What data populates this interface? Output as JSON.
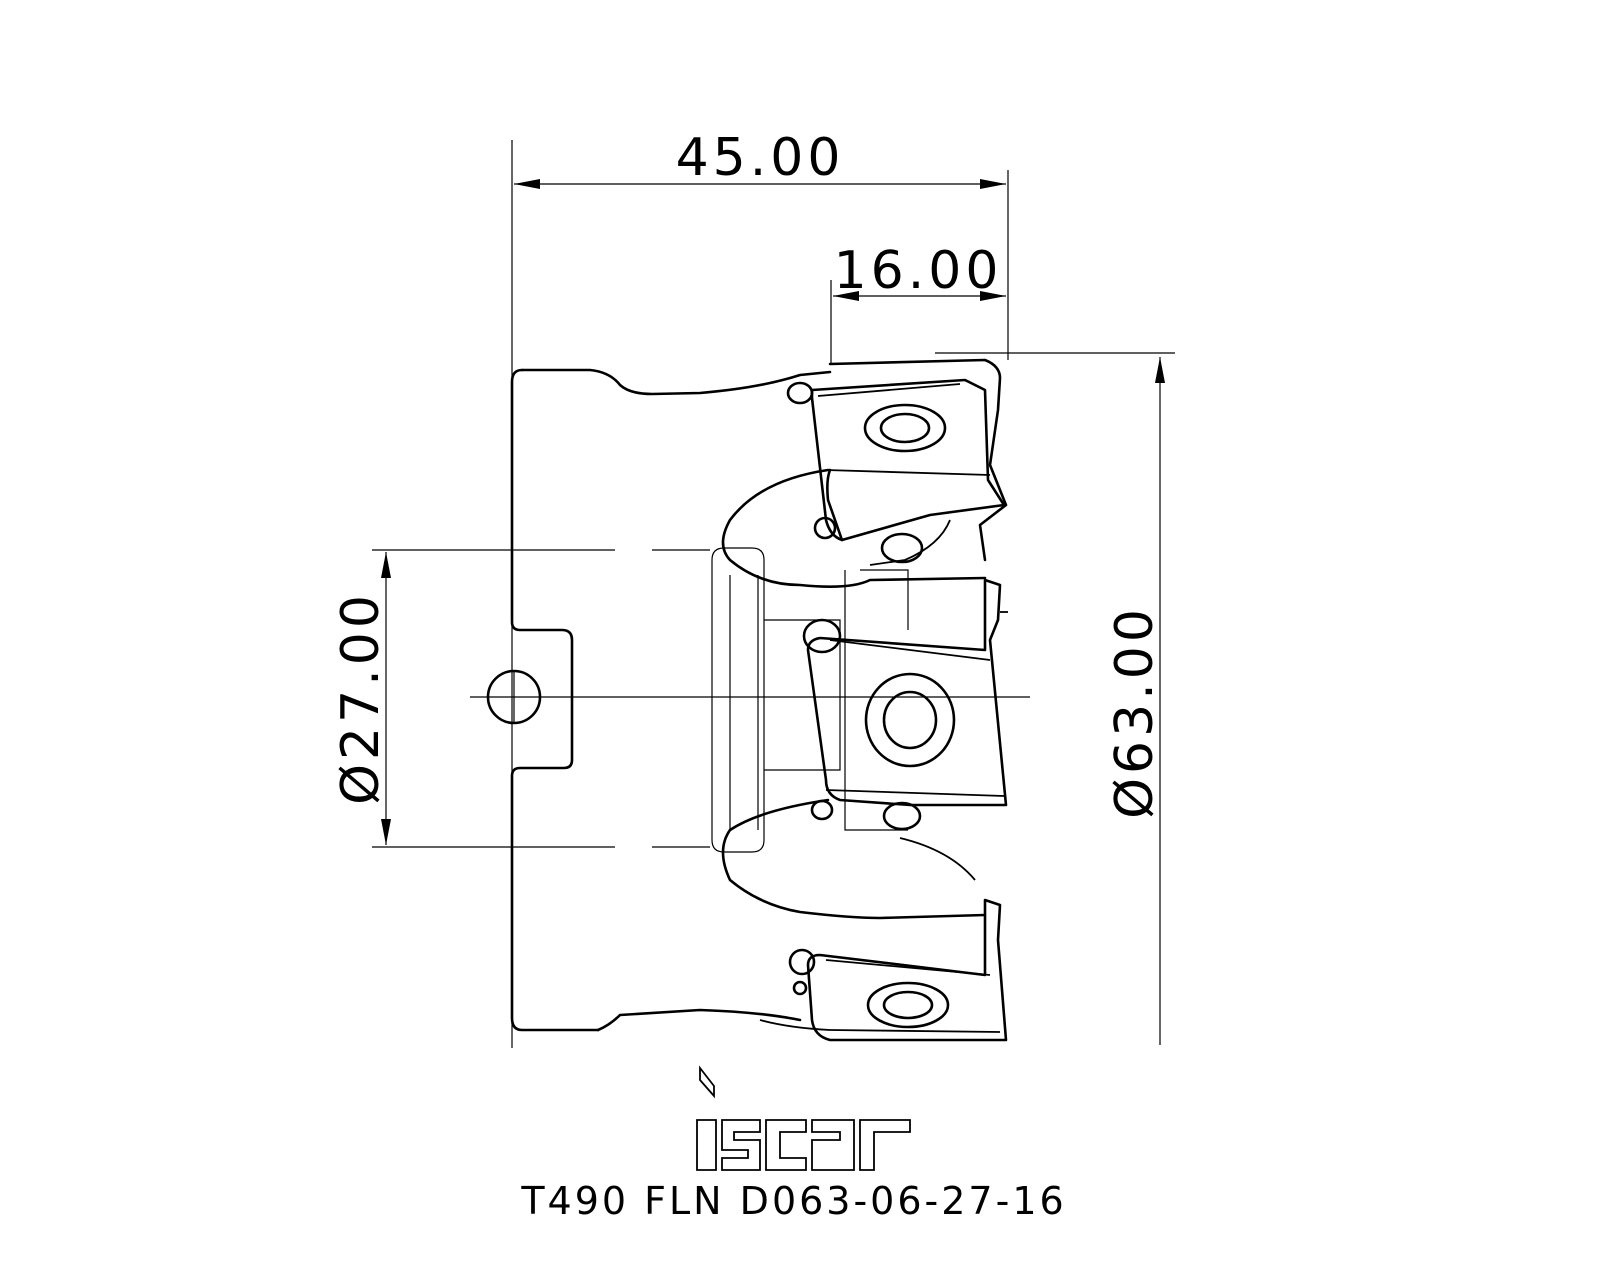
{
  "dimensions": {
    "overall_length": "45.00",
    "insert_length": "16.00",
    "bore_diameter": "Ø27.00",
    "cutter_diameter": "Ø63.00"
  },
  "logo": {
    "brand": "iscar"
  },
  "designation": "T490 FLN D063-06-27-16",
  "colors": {
    "line": "#000000",
    "background": "#ffffff"
  }
}
